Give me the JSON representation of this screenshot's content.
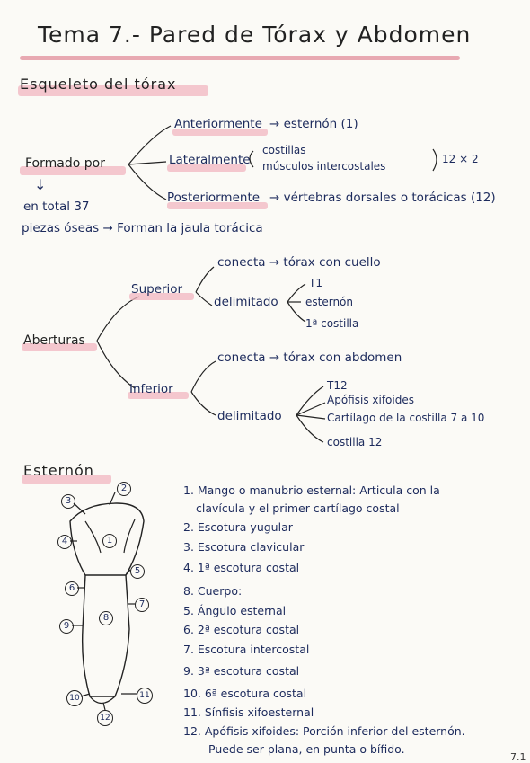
{
  "title": "Tema 7.- Pared de Tórax y Abdomen",
  "section1": {
    "heading": "Esqueleto del tórax",
    "formado_por": "Formado por",
    "anteriormente": "Anteriormente",
    "ant_result": "→ esternón (1)",
    "lateralmente": "Lateralmente",
    "lat_a": "costillas",
    "lat_b": "músculos intercostales",
    "lat_mult": "12 × 2",
    "posteriormente": "Posteriormente",
    "post_result": "→ vértebras dorsales o torácicas (12)",
    "arrow_down": "↓",
    "total": "en total 37",
    "piezas": "piezas óseas → Forman la jaula torácica"
  },
  "aberturas": {
    "label": "Aberturas",
    "superior": "Superior",
    "sup_conecta": "conecta → tórax con cuello",
    "sup_delimitado": "delimitado",
    "sup_items": [
      "T1",
      "esternón",
      "1ª costilla"
    ],
    "inferior": "Inferior",
    "inf_conecta": "conecta → tórax con abdomen",
    "inf_delimitado": "delimitado",
    "inf_items": [
      "T12",
      "Apófisis xifoides",
      "Cartílago de la costilla 7 a 10",
      "costilla 12"
    ]
  },
  "esternon": {
    "heading": "Esternón",
    "callouts": [
      "1",
      "2",
      "3",
      "4",
      "5",
      "6",
      "7",
      "8",
      "9",
      "10",
      "11",
      "12"
    ],
    "list": [
      "1. Mango o manubrio esternal: Articula con la",
      "clavícula y el primer cartílago costal",
      "2. Escotura yugular",
      "3. Escotura clavicular",
      "4. 1ª escotura costal",
      "8. Cuerpo:",
      "5. Ángulo esternal",
      "6. 2ª escotura costal",
      "7. Escotura intercostal",
      "9. 3ª escotura costal",
      "10. 6ª escotura costal",
      "11. Sínfisis xifoesternal",
      "12. Apófisis xifoides: Porción inferior del esternón.",
      "Puede ser plana, en punta o bífido."
    ],
    "page_number": "7.1"
  }
}
